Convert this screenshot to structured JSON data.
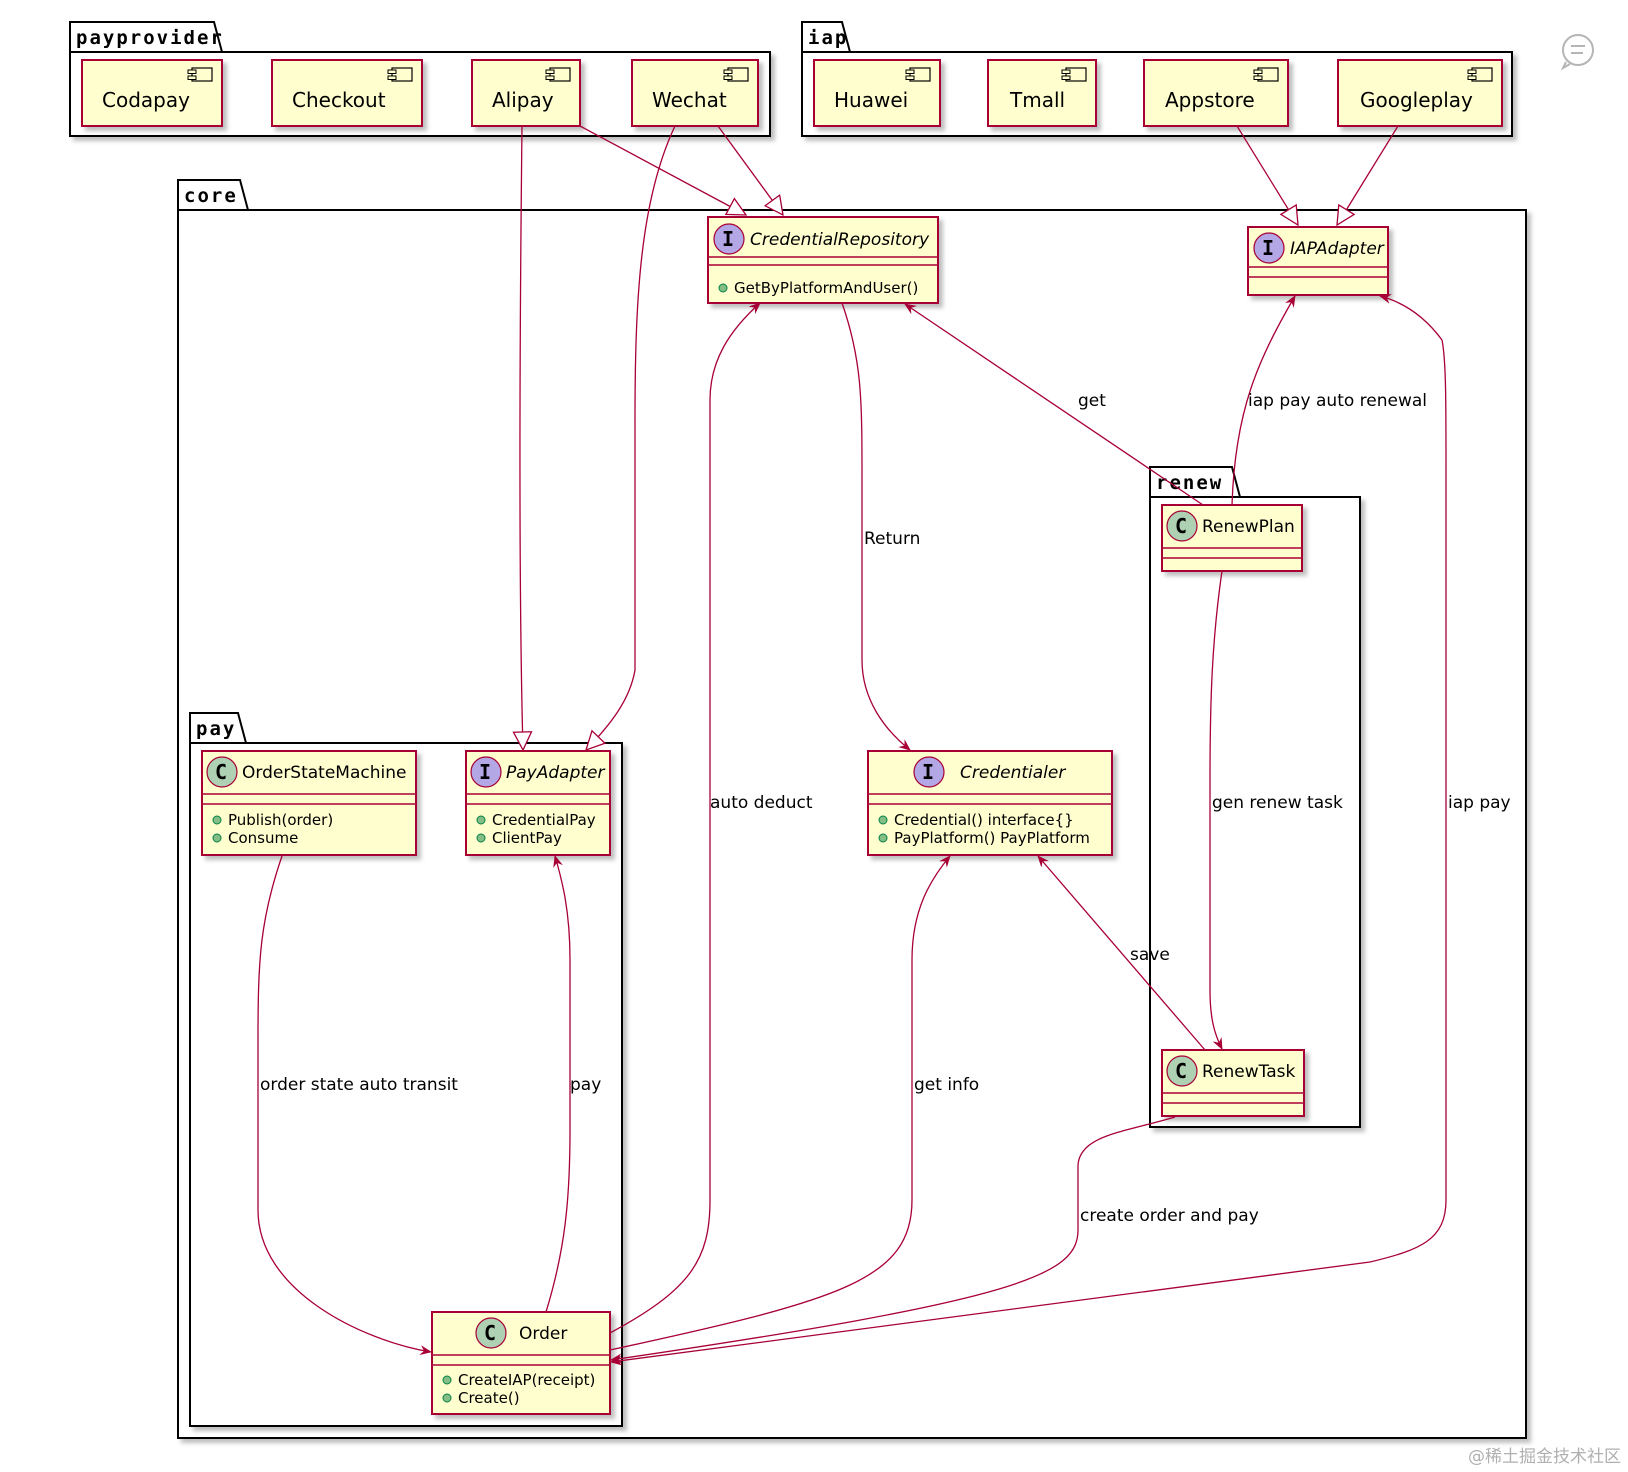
{
  "packages": {
    "payprovider": "payprovider",
    "iap": "iap",
    "core": "core",
    "pay": "pay",
    "renew": "renew"
  },
  "components": {
    "codapay": "Codapay",
    "checkout": "Checkout",
    "alipay": "Alipay",
    "wechat": "Wechat",
    "huawei": "Huawei",
    "tmall": "Tmall",
    "appstore": "Appstore",
    "googleplay": "Googleplay"
  },
  "classes": {
    "credential_repository": {
      "name": "CredentialRepository",
      "methods": [
        "GetByPlatformAndUser()"
      ]
    },
    "iap_adapter": {
      "name": "IAPAdapter"
    },
    "order_state_machine": {
      "name": "OrderStateMachine",
      "methods": [
        "Publish(order)",
        "Consume"
      ]
    },
    "pay_adapter": {
      "name": "PayAdapter",
      "methods": [
        "CredentialPay",
        "ClientPay"
      ]
    },
    "credentialer": {
      "name": "Credentialer",
      "methods": [
        "Credential() interface{}",
        "PayPlatform() PayPlatform"
      ]
    },
    "renew_plan": {
      "name": "RenewPlan"
    },
    "renew_task": {
      "name": "RenewTask"
    },
    "order": {
      "name": "Order",
      "methods": [
        "CreateIAP(receipt)",
        "Create()"
      ]
    }
  },
  "edge_labels": {
    "get": "get",
    "iap_pay_auto_renewal": "iap pay auto renewal",
    "return": "Return",
    "auto_deduct": "auto deduct",
    "gen_renew_task": "gen renew task",
    "iap_pay": "iap pay",
    "save": "save",
    "order_state_auto_transit": "order state auto transit",
    "pay": "pay",
    "get_info": "get info",
    "create_order_and_pay": "create order and pay"
  },
  "watermark": "@稀土掘金技术社区",
  "icons": {
    "comment": "comment-icon",
    "component": "component-icon"
  },
  "colors": {
    "box_fill": "#FEFECE",
    "border": "#A80036",
    "class_circle": "#ADD1B2",
    "interface_circle": "#B4A7E5"
  }
}
